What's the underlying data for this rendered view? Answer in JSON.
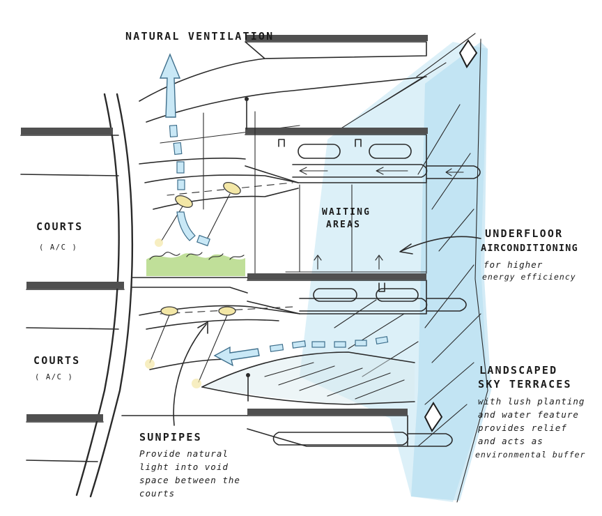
{
  "labels": {
    "natural_ventilation": "NATURAL VENTILATION",
    "waiting_areas_line1": "WAITING",
    "waiting_areas_line2": "AREAS",
    "courts_upper": "COURTS",
    "courts_upper_sub": "( A/C )",
    "courts_lower": "COURTS",
    "courts_lower_sub": "( A/C )",
    "underfloor_line1": "UNDERFLOOR",
    "underfloor_line2": "AIRCONDITIONING",
    "underfloor_note1": "for higher",
    "underfloor_note2": "energy efficiency",
    "landscaped_line1": "LANDSCAPED",
    "landscaped_line2": "SKY TERRACES",
    "landscaped_note1": "with lush planting",
    "landscaped_note2": "and water feature",
    "landscaped_note3": "provides relief",
    "landscaped_note4": "and acts as",
    "landscaped_note5": "environmental buffer",
    "sunpipes_title": "SUNPIPES",
    "sunpipes_note1": "Provide natural",
    "sunpipes_note2": "light into void",
    "sunpipes_note3": "space between the",
    "sunpipes_note4": "courts"
  },
  "colors": {
    "ink": "#2a2a2a",
    "slab_band": "#505050",
    "glass_blue": "#bfe3f2",
    "airflow_blue": "#c9e8f6",
    "airflow_outline": "#3e6f8c",
    "planting_green": "#b9dc8e",
    "sunpipe_yellow": "#f3e7a6"
  }
}
